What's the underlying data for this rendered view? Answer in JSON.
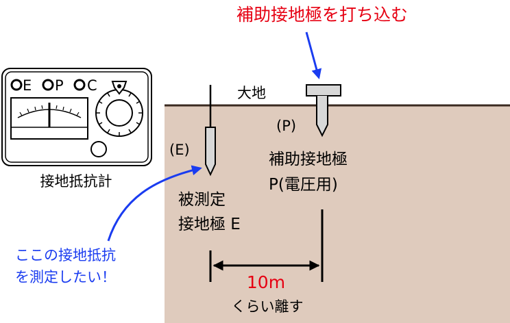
{
  "labels": {
    "auxiliary_instruction": "補助接地極を打ち込む",
    "ground": "大地",
    "p_tag": "(P)",
    "e_tag": "(E)",
    "aux_electrode_line1": "補助接地極",
    "aux_electrode_line2": "P(電圧用)",
    "measured_line1": "被測定",
    "measured_line2": "接地極 E",
    "meter_name": "接地抵抗計",
    "question_line1": "ここの接地抵抗",
    "question_line2": "を測定したい！",
    "distance_value": "10m",
    "distance_note": "くらい離す"
  },
  "meter": {
    "terminals": [
      "E",
      "P",
      "C"
    ]
  },
  "colors": {
    "soil": "#dfcbbd",
    "soil_edge": "#3a2a20",
    "accent_red": "#e60012",
    "arrow_blue": "#1a3cf0",
    "ink": "#000000",
    "stake_fill": "#d8d8d8"
  }
}
